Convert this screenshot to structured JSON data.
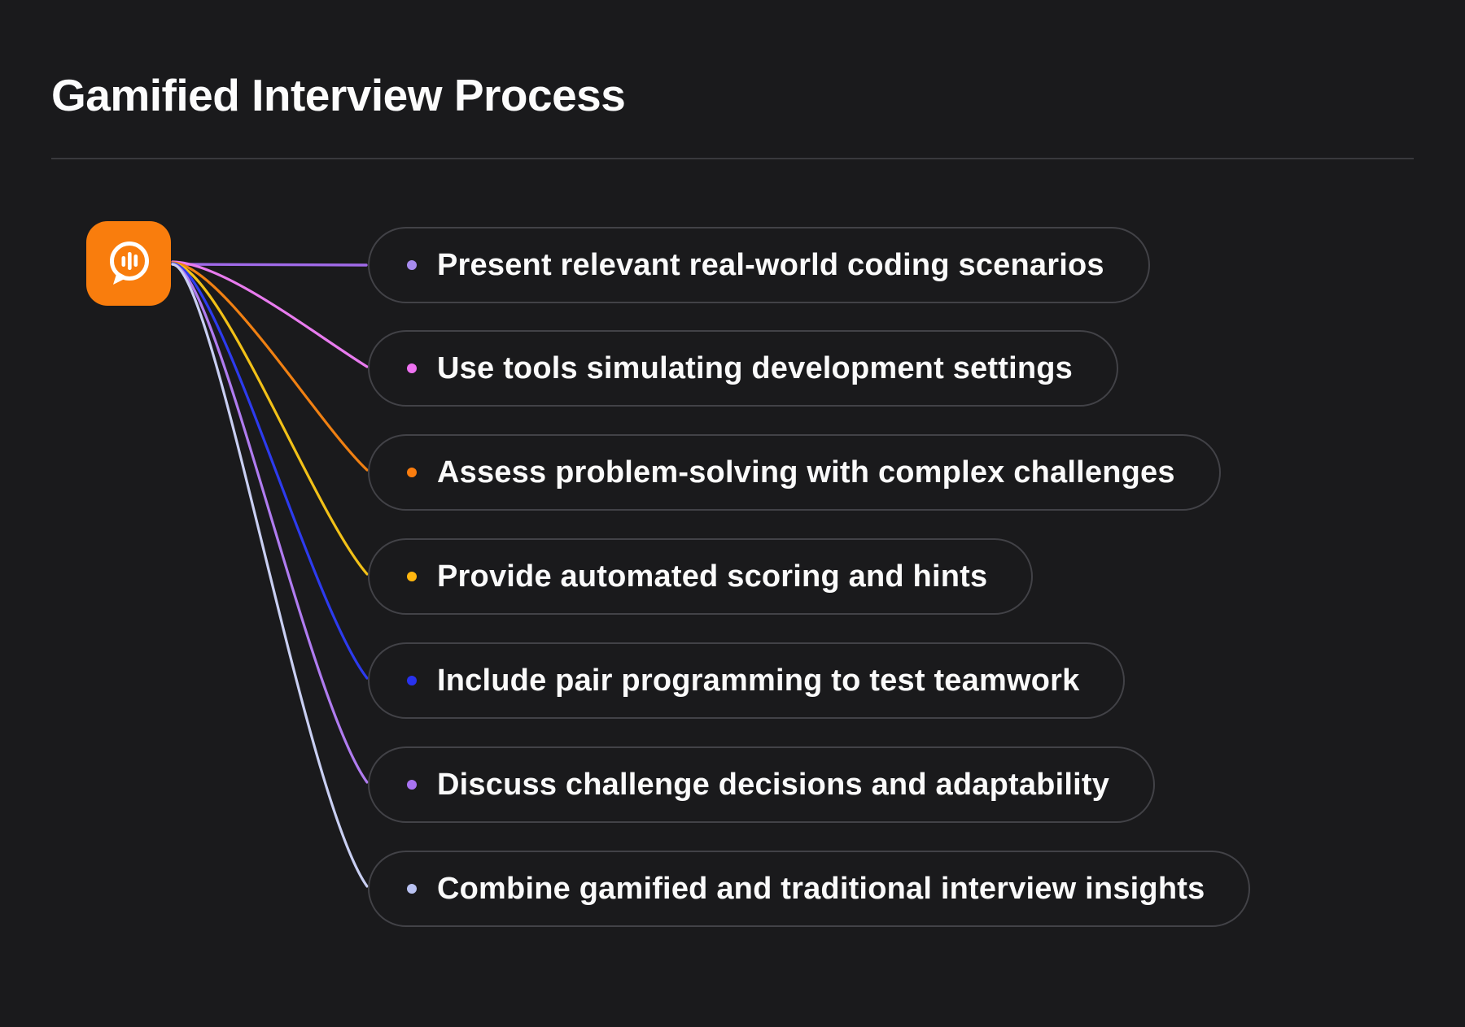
{
  "page": {
    "title": "Gamified Interview Process",
    "background_color": "#1a1a1c"
  },
  "root_icon": {
    "name": "chat-bubble-poll-icon",
    "background_color": "#f97d0d",
    "glyph_color": "#ffffff"
  },
  "nodes": [
    {
      "label": "Present relevant real-world coding scenarios",
      "bullet_color": "#a78bee",
      "line_color": "#a06ae8"
    },
    {
      "label": "Use tools simulating development settings",
      "bullet_color": "#ee72f1",
      "line_color": "#e87bee"
    },
    {
      "label": "Assess problem-solving with complex challenges",
      "bullet_color": "#fb7d0e",
      "line_color": "#f08012"
    },
    {
      "label": "Provide automated scoring and hints",
      "bullet_color": "#ffb60f",
      "line_color": "#f2c118"
    },
    {
      "label": "Include pair programming to test teamwork",
      "bullet_color": "#2832ee",
      "line_color": "#2d3bee"
    },
    {
      "label": "Discuss challenge decisions and adaptability",
      "bullet_color": "#a873f2",
      "line_color": "#b07cf0"
    },
    {
      "label": "Combine gamified and traditional interview insights",
      "bullet_color": "#b9c2f2",
      "line_color": "#c9cff2"
    }
  ]
}
